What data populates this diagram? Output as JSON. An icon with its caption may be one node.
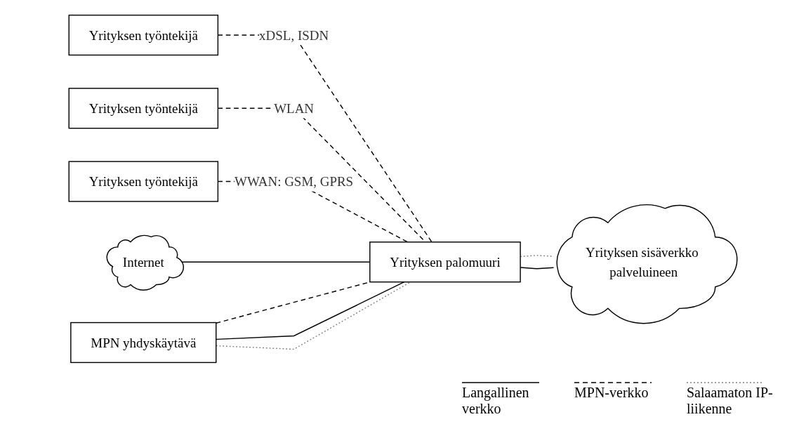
{
  "diagram": {
    "nodes": [
      {
        "text": [
          "Yrityksen työntekijä"
        ]
      },
      {
        "text": [
          "MPN yhdyskäytävä"
        ]
      },
      {
        "text": [
          "Internet"
        ]
      },
      {
        "text": [
          "Yrityksen palomuuri"
        ]
      },
      {
        "text": [
          "Yrityksen sisäverkko palveluineen"
        ]
      },
      {
        "text": [
          "Yrityksen työntekijä"
        ]
      },
      {
        "text": [
          "Yrityksen työntekijä"
        ]
      }
    ],
    "edges": [
      {
        "from": 0,
        "to": 3,
        "arrow": "none",
        "style": "dashed",
        "label": "xDSL, ISDN"
      },
      {
        "from": 5,
        "to": 3,
        "arrow": "none",
        "style": "dashed",
        "label": "WLAN"
      },
      {
        "from": 6,
        "to": 3,
        "arrow": "none",
        "style": "dashed",
        "label": "WWAN: GSM, GPRS"
      },
      {
        "from": 2,
        "to": 3,
        "arrow": "none"
      },
      {
        "from": 1,
        "to": 3,
        "arrow": "none",
        "style": "dashed"
      },
      {
        "from": 1,
        "to": 3,
        "arrow": "none"
      },
      {
        "from": 1,
        "to": 3,
        "arrow": "none",
        "style": "dashed",
        "color": "#808080"
      },
      {
        "from": 3,
        "to": 4,
        "arrow": "none",
        "style": "dashed",
        "color": "#808080"
      },
      {
        "from": 3,
        "to": 4,
        "arrow": "none"
      }
    ],
    "legend": [
      {
        "text": "Langallinen verkko"
      },
      {
        "text": "MPN-verkko"
      },
      {
        "text": "Salaamaton IP-liikenne"
      }
    ]
  }
}
